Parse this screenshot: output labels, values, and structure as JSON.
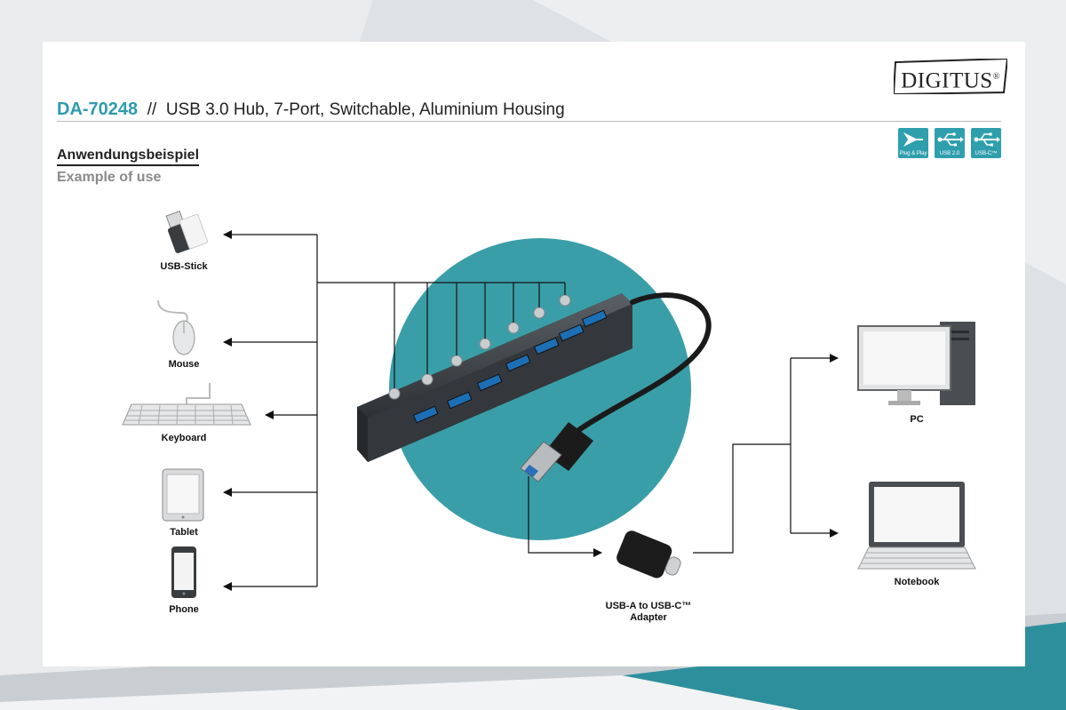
{
  "brand": {
    "name": "DIGITUS",
    "mark": "®"
  },
  "product": {
    "code": "DA-70248",
    "separator": "//",
    "description": "USB 3.0 Hub, 7-Port, Switchable, Aluminium Housing"
  },
  "badges": [
    {
      "label": "Plug & Play",
      "icon": "plug-and-play-icon"
    },
    {
      "label": "USB 2.0",
      "icon": "usb-trident-icon"
    },
    {
      "label": "USB-C™",
      "icon": "usb-trident-icon"
    }
  ],
  "section": {
    "title_de": "Anwendungsbeispiel",
    "title_en": "Example of use"
  },
  "devices_left": [
    {
      "label": "USB-Stick",
      "icon": "usb-stick-icon"
    },
    {
      "label": "Mouse",
      "icon": "mouse-icon"
    },
    {
      "label": "Keyboard",
      "icon": "keyboard-icon"
    },
    {
      "label": "Tablet",
      "icon": "tablet-icon"
    },
    {
      "label": "Phone",
      "icon": "phone-icon"
    }
  ],
  "adapter": {
    "line1": "USB-A to USB-C™",
    "line2": "Adapter",
    "icon": "usb-a-to-c-adapter-icon"
  },
  "devices_right": [
    {
      "label": "PC",
      "icon": "desktop-pc-icon"
    },
    {
      "label": "Notebook",
      "icon": "notebook-icon"
    }
  ],
  "colors": {
    "accent": "#2e9bab",
    "circle": "#3a9ea8",
    "hub": "#3f4448"
  }
}
